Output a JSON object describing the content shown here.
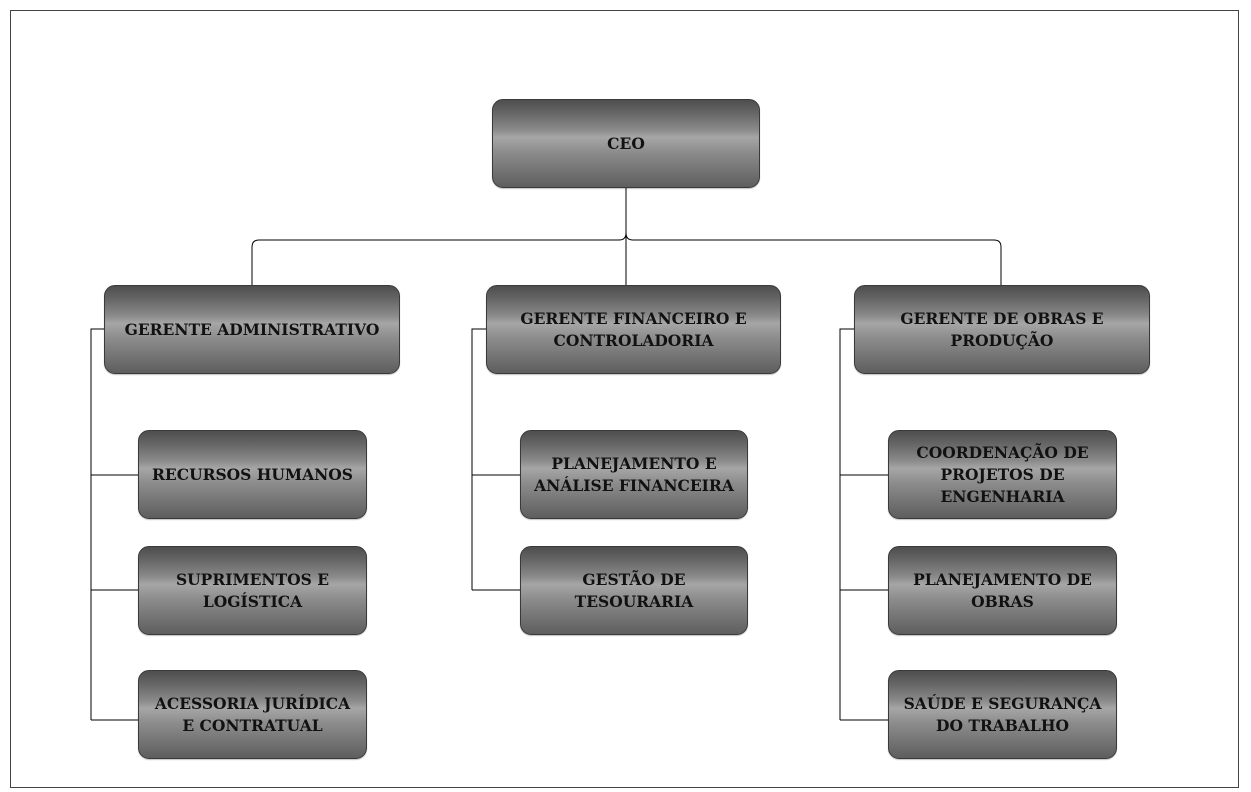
{
  "org_chart": {
    "ceo": {
      "label": "CEO"
    },
    "managers": [
      {
        "label": "GERENTE ADMINISTRATIVO",
        "departments": [
          {
            "label": "RECURSOS HUMANOS"
          },
          {
            "label": "SUPRIMENTOS E\nLOGÍSTICA"
          },
          {
            "label": "ACESSORIA JURÍDICA\nE CONTRATUAL"
          }
        ]
      },
      {
        "label": "GERENTE FINANCEIRO E\nCONTROLADORIA",
        "departments": [
          {
            "label": "PLANEJAMENTO E\nANÁLISE FINANCEIRA"
          },
          {
            "label": "GESTÃO DE\nTESOURARIA"
          }
        ]
      },
      {
        "label": "GERENTE DE OBRAS E\nPRODUÇÃO",
        "departments": [
          {
            "label": "COORDENAÇÃO DE\nPROJETOS DE\nENGENHARIA"
          },
          {
            "label": "PLANEJAMENTO DE\nOBRAS"
          },
          {
            "label": "SAÚDE E SEGURANÇA\nDO TRABALHO"
          }
        ]
      }
    ]
  },
  "colors": {
    "box_fill_dark": "#4e4e4e",
    "box_fill_light": "#a6a6a6",
    "connector": "#000000",
    "text": "#111111"
  }
}
